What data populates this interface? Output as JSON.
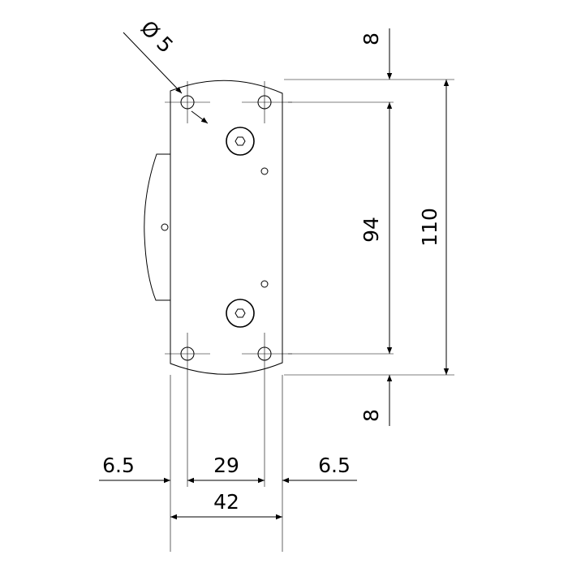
{
  "drawing": {
    "hole_diameter_label": "Ø 5",
    "dimensions": {
      "top_offset": "8",
      "hole_spacing_vertical": "94",
      "total_height": "110",
      "bottom_offset": "8",
      "left_offset": "6.5",
      "hole_spacing_horizontal": "29",
      "right_offset": "6.5",
      "total_width": "42"
    },
    "colors": {
      "line": "#000000",
      "background": "#ffffff"
    }
  }
}
